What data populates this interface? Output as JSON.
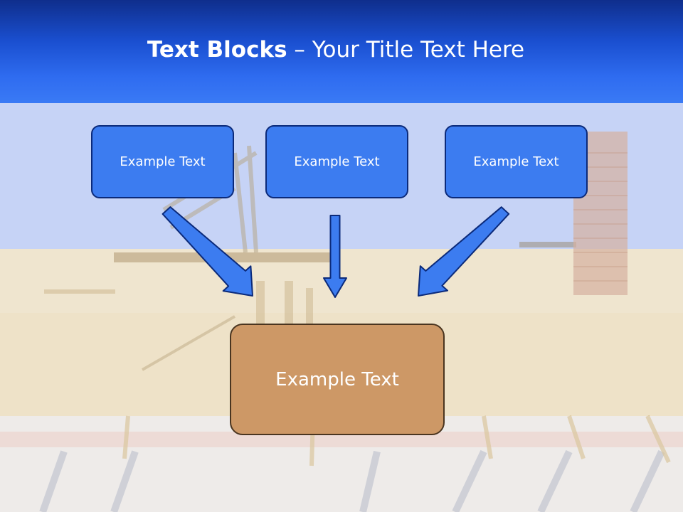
{
  "slide": {
    "title_bold": "Text Blocks",
    "title_dash": " – ",
    "title_rest": "Your Title Text Here",
    "top_boxes": [
      {
        "label": "Example Text"
      },
      {
        "label": "Example Text"
      },
      {
        "label": "Example Text"
      }
    ],
    "bottom_box": {
      "label": "Example Text"
    }
  },
  "colors": {
    "title_bar": "#1a4fd0",
    "top_box_fill": "#3c7cf0",
    "top_box_border": "#0b2a7a",
    "arrow_fill": "#3c7cf0",
    "bottom_box_fill": "#cd9866",
    "bottom_box_border": "#4a3520",
    "sky": "#c6d4f5",
    "roof": "#efe4cc"
  }
}
